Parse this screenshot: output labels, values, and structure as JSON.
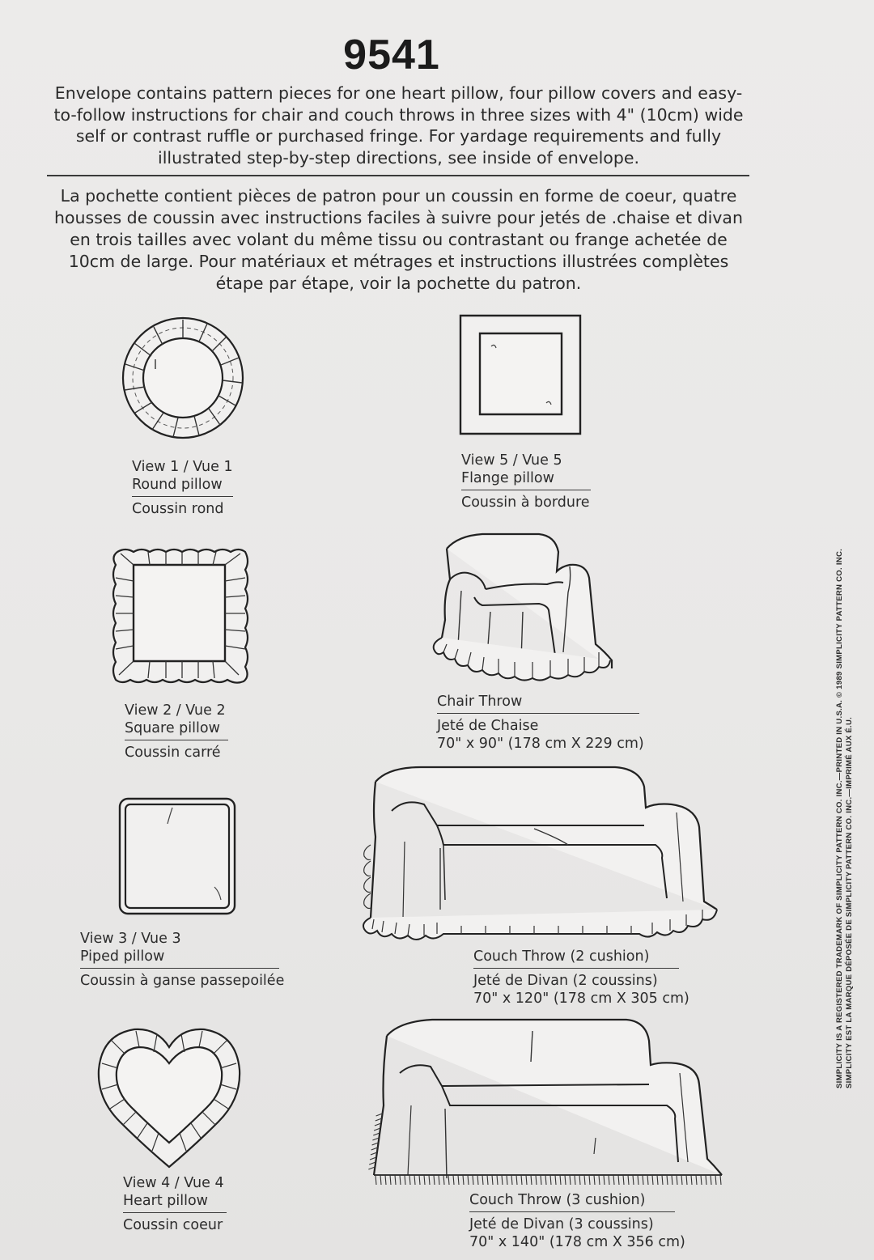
{
  "pattern_number": "9541",
  "description_en": "Envelope contains pattern pieces for one heart pillow, four pillow covers and easy-to-follow instructions for chair and couch throws in three sizes with 4\" (10cm) wide self or contrast ruffle or purchased fringe. For yardage requirements and fully illustrated step-by-step directions, see inside of envelope.",
  "description_fr": "La pochette contient pièces de patron pour un coussin en forme de coeur, quatre housses de coussin avec instructions faciles à suivre pour jetés de .chaise et divan en trois tailles avec volant du même tissu ou contrastant ou frange achetée de 10cm de large. Pour matériaux et métrages et instructions illustrées complètes étape par étape, voir la pochette du patron.",
  "views": {
    "view1": {
      "number": "View 1 / Vue 1",
      "name_en": "Round pillow",
      "name_fr": "Coussin rond"
    },
    "view2": {
      "number": "View 2 / Vue 2",
      "name_en": "Square pillow",
      "name_fr": "Coussin carré"
    },
    "view3": {
      "number": "View 3 / Vue 3",
      "name_en": "Piped pillow",
      "name_fr": "Coussin à ganse passepoilée"
    },
    "view4": {
      "number": "View 4 / Vue 4",
      "name_en": "Heart pillow",
      "name_fr": "Coussin coeur"
    },
    "view5": {
      "number": "View 5 / Vue 5",
      "name_en": "Flange pillow",
      "name_fr": "Coussin à bordure"
    }
  },
  "throws": {
    "chair": {
      "name_en": "Chair Throw",
      "name_fr": "Jeté de Chaise",
      "size": "70\" x 90\" (178 cm X 229 cm)"
    },
    "couch2": {
      "name_en": "Couch Throw (2 cushion)",
      "name_fr": "Jeté de Divan (2 coussins)",
      "size": "70\" x 120\" (178 cm X 305 cm)"
    },
    "couch3": {
      "name_en": "Couch Throw (3 cushion)",
      "name_fr": "Jeté de Divan (3 coussins)",
      "size": "70\" x 140\" (178 cm X 356 cm)"
    }
  },
  "copyright": {
    "line1": "SIMPLICITY IS A REGISTERED TRADEMARK OF SIMPLICITY PATTERN CO. INC.—PRINTED IN U.S.A. © 1989 SIMPLICITY PATTERN CO. INC.",
    "line2": "SIMPLICITY EST LA MARQUE DÉPOSÉE DE SIMPLICITY PATTERN CO. INC.—IMPRIMÉ AUX É.U."
  }
}
